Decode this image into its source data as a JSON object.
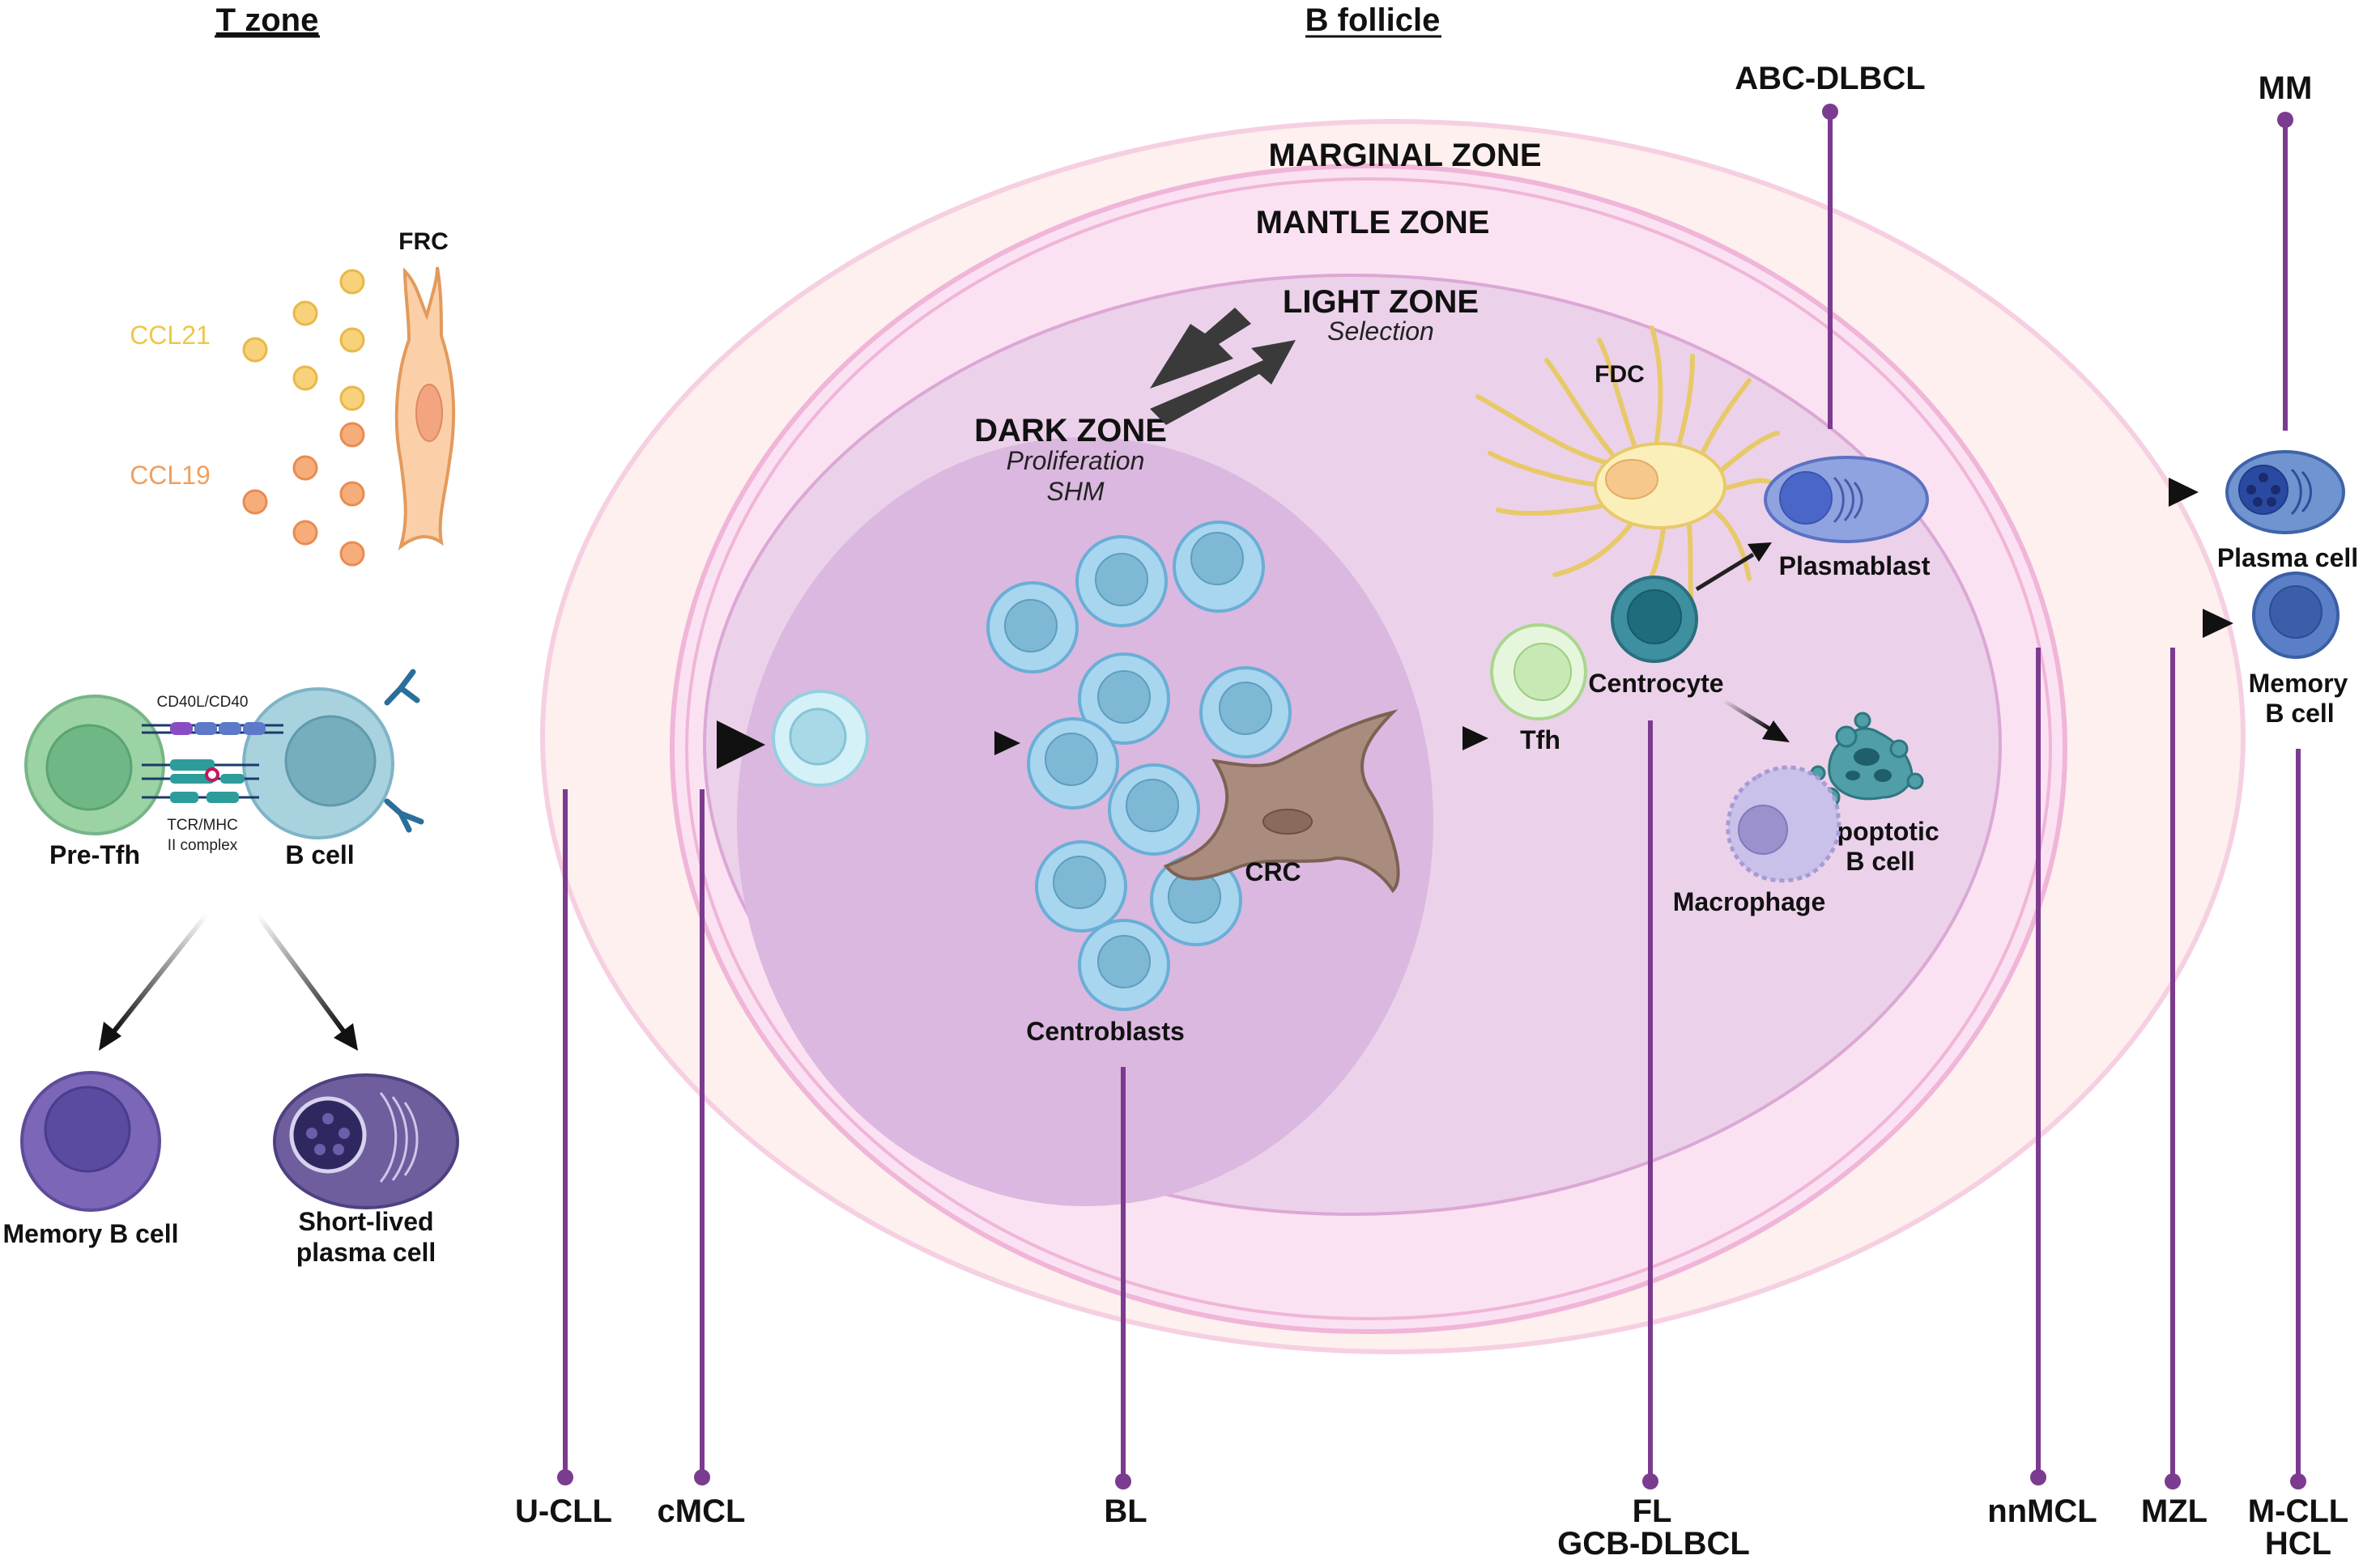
{
  "headers": {
    "t_zone": "T zone",
    "b_follicle": "B follicle"
  },
  "zones": {
    "marginal": "MARGINAL ZONE",
    "mantle": "MANTLE ZONE",
    "light": "LIGHT ZONE",
    "light_sub": "Selection",
    "dark": "DARK ZONE",
    "dark_sub1": "Proliferation",
    "dark_sub2": "SHM"
  },
  "chemokines": {
    "ccl21": "CCL21",
    "ccl19": "CCL19"
  },
  "cells": {
    "frc": "FRC",
    "pre_tfh": "Pre-Tfh",
    "b_cell": "B cell",
    "cd40": "CD40L/CD40",
    "tcr1": "TCR/MHC",
    "tcr2": "II complex",
    "memory_b_left": "Memory B cell",
    "slpc1": "Short-lived",
    "slpc2": "plasma cell",
    "centroblasts": "Centroblasts",
    "crc": "CRC",
    "tfh": "Tfh",
    "fdc": "FDC",
    "centrocyte": "Centrocyte",
    "plasmablast": "Plasmablast",
    "apoptotic1": "Apoptotic",
    "apoptotic2": "B cell",
    "macrophage": "Macrophage",
    "plasma_cell": "Plasma cell",
    "memory_right1": "Memory",
    "memory_right2": "B cell"
  },
  "lymphomas": {
    "ucll": "U-CLL",
    "cmcl": "cMCL",
    "bl": "BL",
    "fl": "FL",
    "gcb": "GCB-DLBCL",
    "nnmcl": "nnMCL",
    "mzl": "MZL",
    "mcll": "M-CLL",
    "hcl": "HCL",
    "abc": "ABC-DLBCL",
    "mm": "MM"
  },
  "colors": {
    "marginal_fill": "#fdf0ee",
    "mantle_fill": "#fbe2f2",
    "lightzone_fill": "#ebd2ea",
    "darkzone_fill": "#dbb8df",
    "blue_cell": "#a8d6ee",
    "line_purple": "#7b3b8f"
  }
}
